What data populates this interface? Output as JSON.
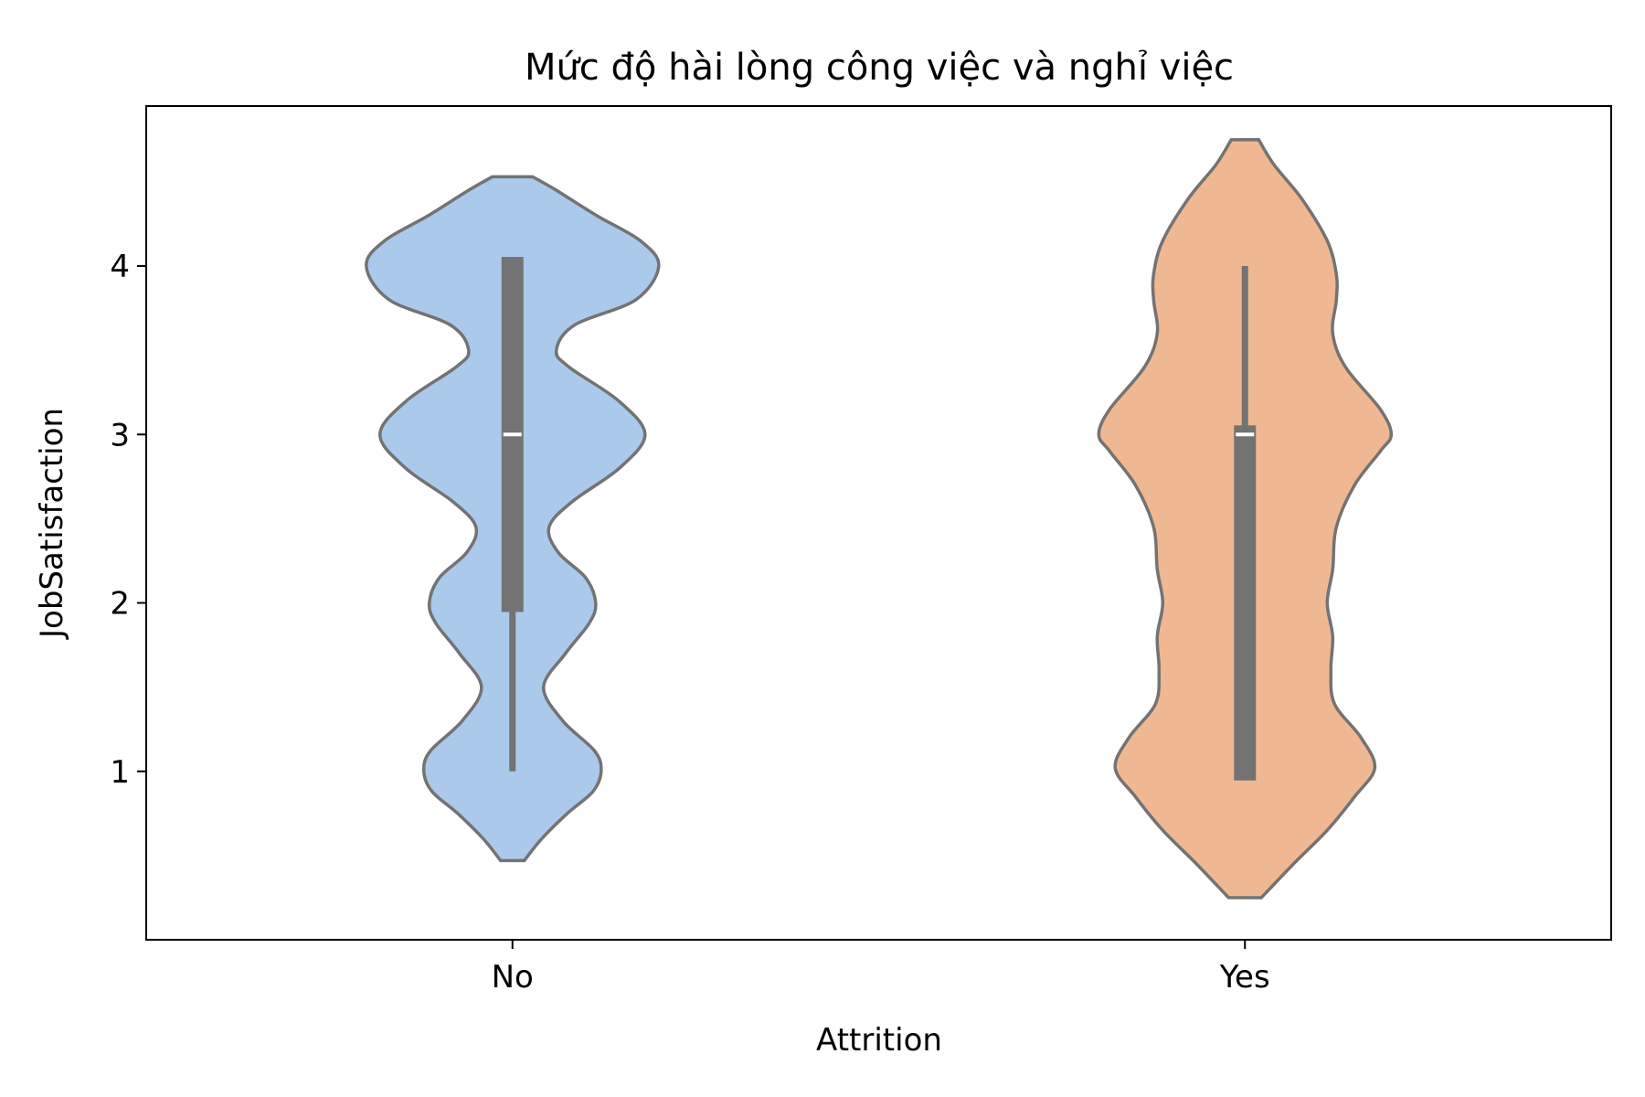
{
  "chart_data": {
    "type": "violin",
    "title": "Mức độ hài lòng công việc và nghỉ việc",
    "xlabel": "Attrition",
    "ylabel": "JobSatisfaction",
    "categories": [
      "No",
      "Yes"
    ],
    "ylim": [
      0,
      4.95
    ],
    "yticks": [
      1,
      2,
      3,
      4
    ],
    "grid": false,
    "legend": "none",
    "violins": [
      {
        "category": "No",
        "color": "#abc9ea",
        "median": 3,
        "q1": 2,
        "q3": 4,
        "whisker_low": 1,
        "whisker_high": 4,
        "density": [
          [
            0.47,
            0.13
          ],
          [
            0.6,
            0.32
          ],
          [
            0.75,
            0.6
          ],
          [
            0.88,
            0.88
          ],
          [
            1.0,
            0.97
          ],
          [
            1.12,
            0.9
          ],
          [
            1.3,
            0.55
          ],
          [
            1.5,
            0.34
          ],
          [
            1.7,
            0.58
          ],
          [
            1.88,
            0.84
          ],
          [
            2.0,
            0.91
          ],
          [
            2.15,
            0.8
          ],
          [
            2.3,
            0.5
          ],
          [
            2.45,
            0.4
          ],
          [
            2.6,
            0.65
          ],
          [
            2.8,
            1.17
          ],
          [
            3.0,
            1.45
          ],
          [
            3.2,
            1.16
          ],
          [
            3.4,
            0.62
          ],
          [
            3.5,
            0.48
          ],
          [
            3.65,
            0.68
          ],
          [
            3.8,
            1.35
          ],
          [
            4.0,
            1.6
          ],
          [
            4.15,
            1.4
          ],
          [
            4.3,
            0.92
          ],
          [
            4.45,
            0.48
          ],
          [
            4.53,
            0.22
          ]
        ]
      },
      {
        "category": "Yes",
        "color": "#f0b892",
        "median": 3,
        "q1": 1,
        "q3": 3,
        "whisker_low": 1,
        "whisker_high": 4,
        "density": [
          [
            0.25,
            0.18
          ],
          [
            0.45,
            0.53
          ],
          [
            0.65,
            0.9
          ],
          [
            0.85,
            1.2
          ],
          [
            1.02,
            1.42
          ],
          [
            1.2,
            1.27
          ],
          [
            1.4,
            0.98
          ],
          [
            1.6,
            0.94
          ],
          [
            1.8,
            0.96
          ],
          [
            2.0,
            0.9
          ],
          [
            2.2,
            0.96
          ],
          [
            2.45,
            1.0
          ],
          [
            2.7,
            1.2
          ],
          [
            2.9,
            1.48
          ],
          [
            3.0,
            1.6
          ],
          [
            3.15,
            1.48
          ],
          [
            3.4,
            1.1
          ],
          [
            3.6,
            0.96
          ],
          [
            3.8,
            1.0
          ],
          [
            3.95,
            1.0
          ],
          [
            4.15,
            0.9
          ],
          [
            4.4,
            0.62
          ],
          [
            4.6,
            0.32
          ],
          [
            4.75,
            0.15
          ]
        ]
      }
    ]
  },
  "colors": {
    "outline": "#737373",
    "box": "#737373",
    "median": "#ffffff",
    "axes": "#000000"
  }
}
